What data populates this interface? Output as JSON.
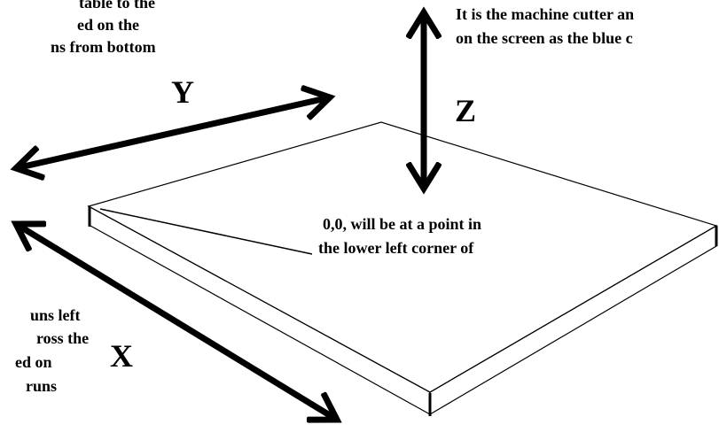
{
  "axes": {
    "y_label": "Y",
    "z_label": "Z",
    "x_label": "X"
  },
  "captions": {
    "top_left": [
      "table to the",
      "ed on the",
      "ns from bottom"
    ],
    "top_right": [
      "It is the machine cutter an",
      "on the screen as the blue c"
    ],
    "origin": [
      "0,0, will be at a point in",
      "the lower left corner of"
    ],
    "bottom_left": [
      "uns left",
      "ross the",
      "ed on",
      "runs"
    ]
  },
  "colors": {
    "ink": "#000000",
    "background": "#ffffff"
  }
}
